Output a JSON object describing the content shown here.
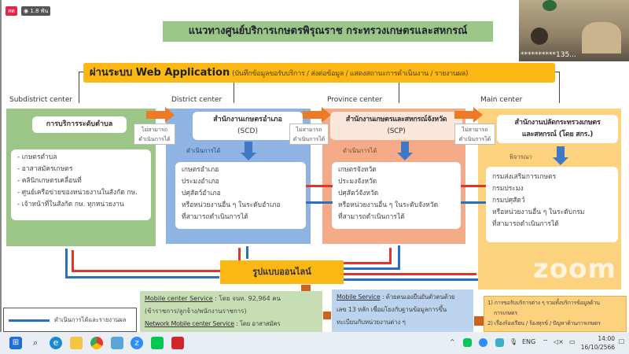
{
  "meeting": {
    "live_badge": "สด",
    "viewers": "1.8 พัน",
    "participant_label": "**********135...",
    "watermark": "zoom"
  },
  "slide": {
    "title": "แนวทางศูนย์บริการเกษตรพิรุณราช  กระทรวงเกษตรและสหกรณ์",
    "webapp_title": "ผ่านระบบ Web Application",
    "webapp_sub": "(บันทึกข้อมูลขอรับบริการ / ส่งต่อข้อมูล / แสดงสถานะการดำเนินงาน / รายงานผล)",
    "centers": [
      "Subdistrict center",
      "District center",
      "Province center",
      "Main center"
    ],
    "cannot": "ไม่สามารถ ดำเนินการได้",
    "can": "ดำเนินการได้",
    "consider": "พิจารณา",
    "subdistrict": {
      "header": "การบริการระดับตำบล",
      "items": [
        "- เกษตรตำบล",
        "- อาสาสมัครเกษตร",
        "- คลินิกเกษตรเคลื่อนที่",
        "- ศูนย์เครือข่ายของหน่วยงานในสังกัด กษ.",
        "- เจ้าหน้าที่ในสังกัด กษ. ทุกหน่วยงาน"
      ]
    },
    "district": {
      "header": "สำนักงานเกษตรอำเภอ",
      "code": "(SCD)",
      "items": [
        "เกษตรอำเภอ",
        "ประมงอำเภอ",
        "ปศุสัตว์อำเภอ",
        "หรือหน่วยงานอื่น ๆ ในระดับอำเภอ",
        "ที่สามารถดำเนินการได้"
      ]
    },
    "province": {
      "header": "สำนักงานเกษตรและสหกรณ์จังหวัด",
      "code": "(SCP)",
      "items": [
        "เกษตรจังหวัด",
        "ประมงจังหวัด",
        "ปศุสัตว์จังหวัด",
        "หรือหน่วยงานอื่น ๆ ในระดับจังหวัด",
        "ที่สามารถดำเนินการได้"
      ]
    },
    "main": {
      "header": "สำนักงานปลัดกระทรวงเกษตร",
      "header2": "และสหกรณ์ (โดย สกร.)",
      "items": [
        "กรมส่งเสริมการเกษตร",
        "กรมประมง",
        "กรมปศุสัตว์",
        "หรือหน่วยงานอื่น ๆ ในระดับกรม",
        "ที่สามารถดำเนินการได้"
      ]
    },
    "online": "รูปแบบออนไลน์",
    "mobile_center": {
      "label": "Mobile center Service",
      "text": ": โดย จนท. 92,964 คน",
      "text2": "(ข้าราชการ/ลูกจ้าง/พนักงานราชการ)",
      "network_label": "Network Mobile center Service",
      "network_text": ": โดย อาสาสมัคร"
    },
    "mobile_service": {
      "label": "Mobile Service",
      "text": ": ด้วยตนเองยืนยันตัวตนด้วย",
      "text2": "เลข 13 หลัก เชื่อมโยงกับฐานข้อมูลการขึ้น",
      "text3": "ทะเบียนกับหน่วยงานต่าง ๆ"
    },
    "notes": [
      "1) การขอรับบริการต่าง ๆ รวมทั้งบริการข้อมูลด้าน",
      "การเกษตร",
      "2) เรื่องร้องเรียน / ร้องทุกข์ / ปัญหาด้านการเกษตร"
    ],
    "legend": "ดำเนินการได้และรายงานผล"
  },
  "taskbar": {
    "lang": "ENG",
    "time": "14:00",
    "date": "16/10/2566"
  },
  "colors": {
    "green": "#9cc687",
    "blue": "#8fb3e3",
    "salmon": "#f6ab88",
    "yellow": "#fcd27e",
    "orange": "#fbb714"
  }
}
